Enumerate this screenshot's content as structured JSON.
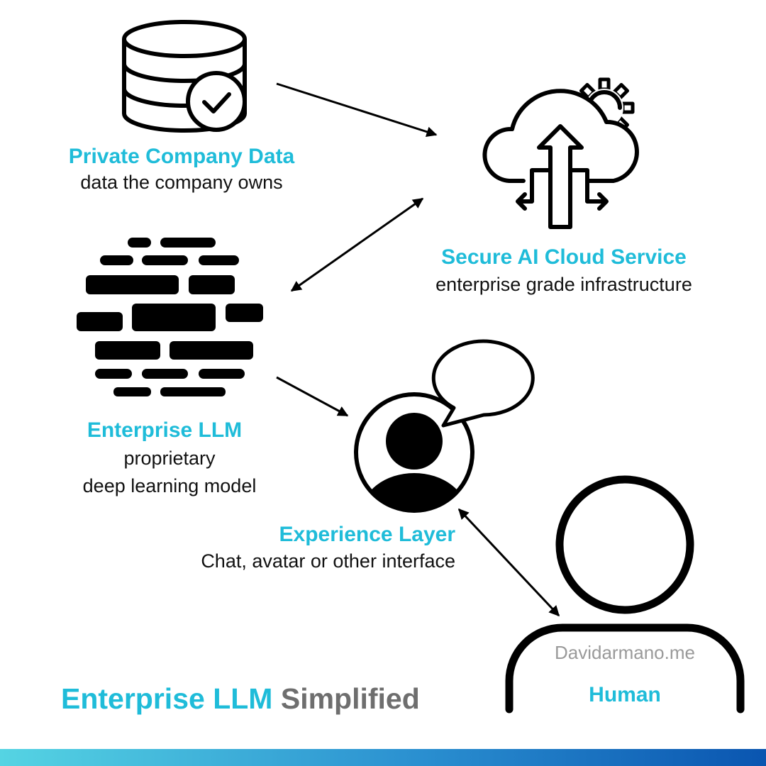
{
  "nodes": {
    "private_data": {
      "title": "Private Company Data",
      "subtitle": "data the company owns"
    },
    "cloud": {
      "title": "Secure AI Cloud Service",
      "subtitle": "enterprise grade infrastructure"
    },
    "llm": {
      "title": "Enterprise LLM",
      "subtitle_line1": "proprietary",
      "subtitle_line2": "deep learning model"
    },
    "experience": {
      "title": "Experience Layer",
      "subtitle": "Chat, avatar or other interface"
    },
    "human": {
      "title": "Human",
      "watermark": "Davidarmano.me"
    }
  },
  "footer": {
    "title_part1": "Enterprise LLM",
    "title_part2": "Simplified"
  },
  "icons": {
    "private_data": "database-check-icon",
    "cloud": "cloud-gear-arrows-icon",
    "llm": "brain-bricks-icon",
    "experience": "user-chat-bubble-icon",
    "human": "person-outline-icon"
  },
  "colors": {
    "accent": "#1fbcd9",
    "text": "#111111",
    "secondary": "#6e6e6e",
    "watermark": "#9a9a9a",
    "bar_start": "#55d4e3",
    "bar_end": "#0a55b0"
  }
}
